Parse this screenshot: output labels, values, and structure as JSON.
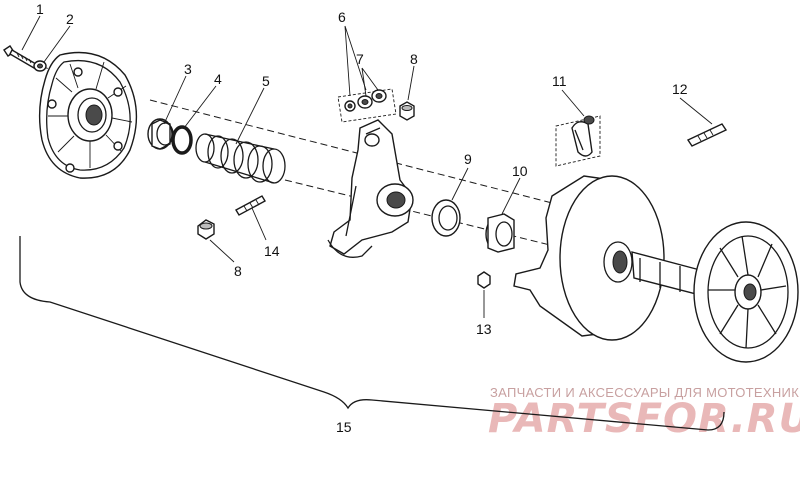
{
  "callouts": {
    "c1": "1",
    "c2": "2",
    "c3": "3",
    "c4": "4",
    "c5": "5",
    "c6": "6",
    "c7": "7",
    "c8a": "8",
    "c8b": "8",
    "c9": "9",
    "c10": "10",
    "c11": "11",
    "c12": "12",
    "c13": "13",
    "c14": "14",
    "c15": "15"
  },
  "watermark": {
    "caption": "ЗАПЧАСТИ И АКСЕССУАРЫ ДЛЯ МОТОТЕХНИКИ",
    "logo": "PARTSFOR.RU",
    "colors": {
      "caption": "#c8a0a0",
      "logo": "#e9b8b8"
    }
  }
}
